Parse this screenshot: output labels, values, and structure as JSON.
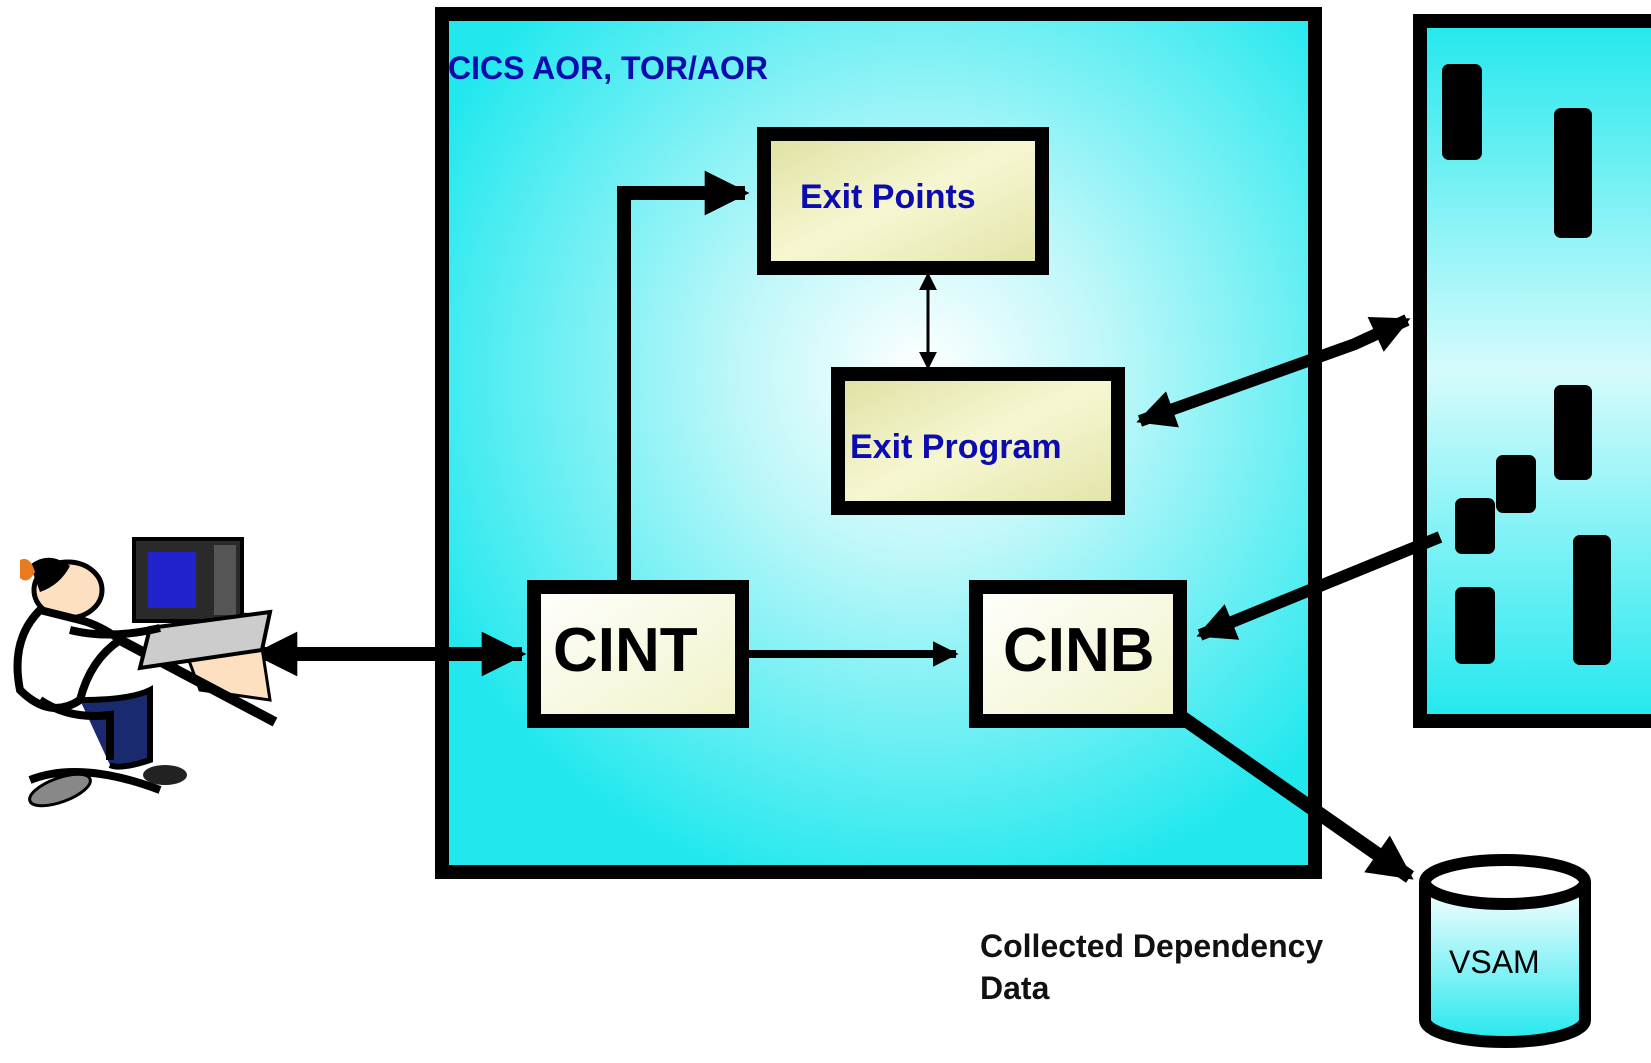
{
  "diagram": {
    "region_title": "CICS AOR, TOR/AOR",
    "exit_points_label": "Exit Points",
    "exit_program_label": "Exit Program",
    "cint_label": "CINT",
    "cinb_label": "CINB",
    "vsam_label": "VSAM",
    "collected_line1": "Collected Dependency",
    "collected_line2": "Data"
  },
  "colors": {
    "region_fill": "#22e8ee",
    "region_center": "#ffffff",
    "box_fill": "#ecedb4",
    "label_blue": "#0b0bb0",
    "outline": "#000000"
  }
}
